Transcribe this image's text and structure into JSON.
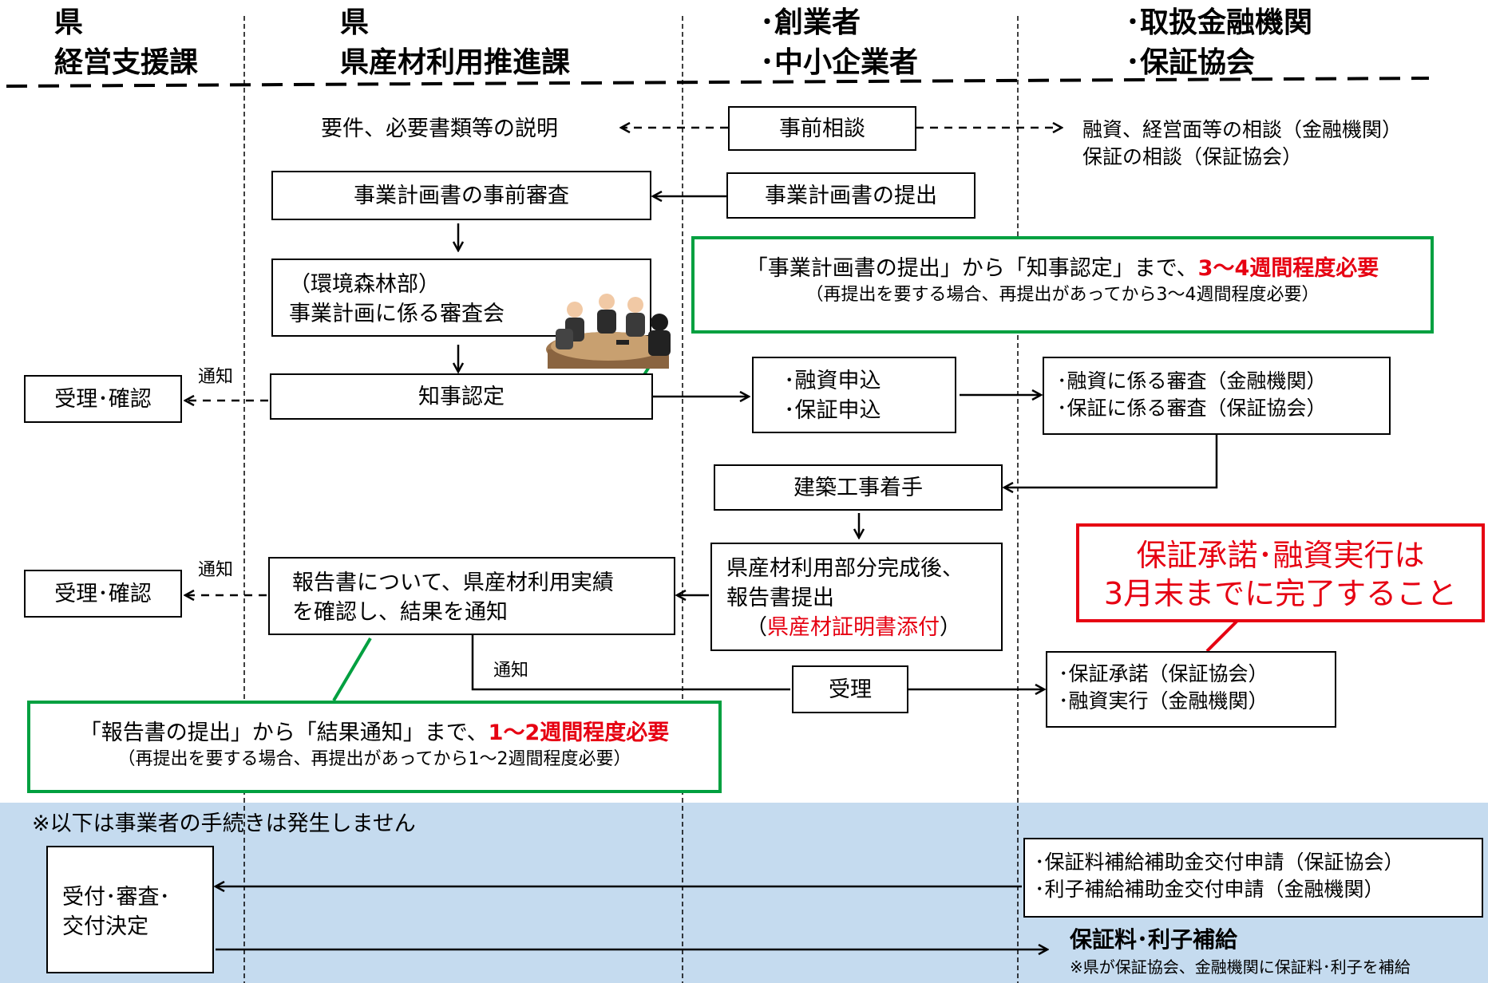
{
  "columns": {
    "col1": {
      "line1": "県",
      "line2": "経営支援課"
    },
    "col2": {
      "line1": "県",
      "line2": "県産材利用推進課"
    },
    "col3": {
      "line1": "･創業者",
      "line2": "･中小企業者"
    },
    "col4": {
      "line1": "･取扱金融機関",
      "line2": "･保証協会"
    }
  },
  "boxes": {
    "prior_consult": "事前相談",
    "explain_req": "要件、必要書類等の説明",
    "finance_consult_1": "融資、経営面等の相談（金融機関）",
    "finance_consult_2": "保証の相談（保証協会）",
    "plan_submit": "事業計画書の提出",
    "plan_prereview": "事業計画書の事前審査",
    "review_board_1": "（環境森林部）",
    "review_board_2": "事業計画に係る審査会",
    "governor_cert": "知事認定",
    "receipt_confirm_1": "受理･確認",
    "notify_1": "通知",
    "loan_apply_1": "･融資申込",
    "loan_apply_2": "･保証申込",
    "bank_review_1": "･融資に係る審査（金融機関）",
    "bank_review_2": "･保証に係る審査（保証協会）",
    "construction_start": "建築工事着手",
    "report_submit_1": "県産材利用部分完成後、",
    "report_submit_2": "報告書提出",
    "report_submit_3a": "（",
    "report_submit_3b": "県産材証明書添付",
    "report_submit_3c": "）",
    "report_check_1": "報告書について、県産材利用実績",
    "report_check_2": "を確認し、結果を通知",
    "receipt_confirm_2": "受理･確認",
    "notify_2": "通知",
    "notify_3": "通知",
    "accept": "受理",
    "guarantee_exec_1": "･保証承諾（保証協会）",
    "guarantee_exec_2": "･融資実行（金融機関）"
  },
  "callouts": {
    "green1_a": "「事業計画書の提出」から「知事認定」まで、",
    "green1_b": "3～4週間程度必要",
    "green1_c": "（再提出を要する場合、再提出があってから3～4週間程度必要）",
    "green2_a": "「報告書の提出」から「結果通知」まで、",
    "green2_b": "1～2週間程度必要",
    "green2_c": "（再提出を要する場合、再提出があってから1～2週間程度必要）",
    "red_1": "保証承諾･融資実行は",
    "red_2": "3月末までに完了すること"
  },
  "bottom": {
    "note": "※以下は事業者の手続きは発生しません",
    "grant_1": "受付･審査･",
    "grant_2": "交付決定",
    "apply_1": "･保証料補給補助金交付申請（保証協会）",
    "apply_2": "･利子補給補助金交付申請（金融機関）",
    "subsidy_title": "保証料･利子補給",
    "subsidy_note": "※県が保証協会、金融機関に保証料･利子を補給"
  },
  "colors": {
    "green": "#00a040",
    "red": "#e60012",
    "band": "#c5dbef"
  },
  "icons": {
    "meeting": "meeting-illustration"
  }
}
